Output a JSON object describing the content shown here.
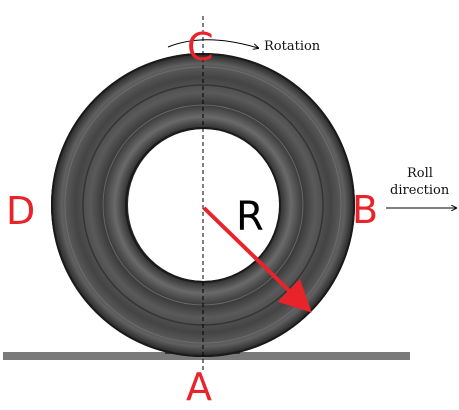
{
  "labels": {
    "point_top": "C",
    "point_right": "B",
    "point_bottom": "A",
    "point_left": "D",
    "radius": "R",
    "rotation": "Rotation",
    "roll_line1": "Roll",
    "roll_line2": "direction"
  },
  "colors": {
    "point_labels": "#e8232a",
    "radius_arrow": "#e8232a",
    "ground": "#7a7a7a",
    "tire_dark": "#2b2b2b",
    "tire_mid": "#5c5c5c"
  },
  "icons": {
    "rotation_arrow": "curved-arrow-icon",
    "roll_arrow": "arrow-right-icon"
  }
}
